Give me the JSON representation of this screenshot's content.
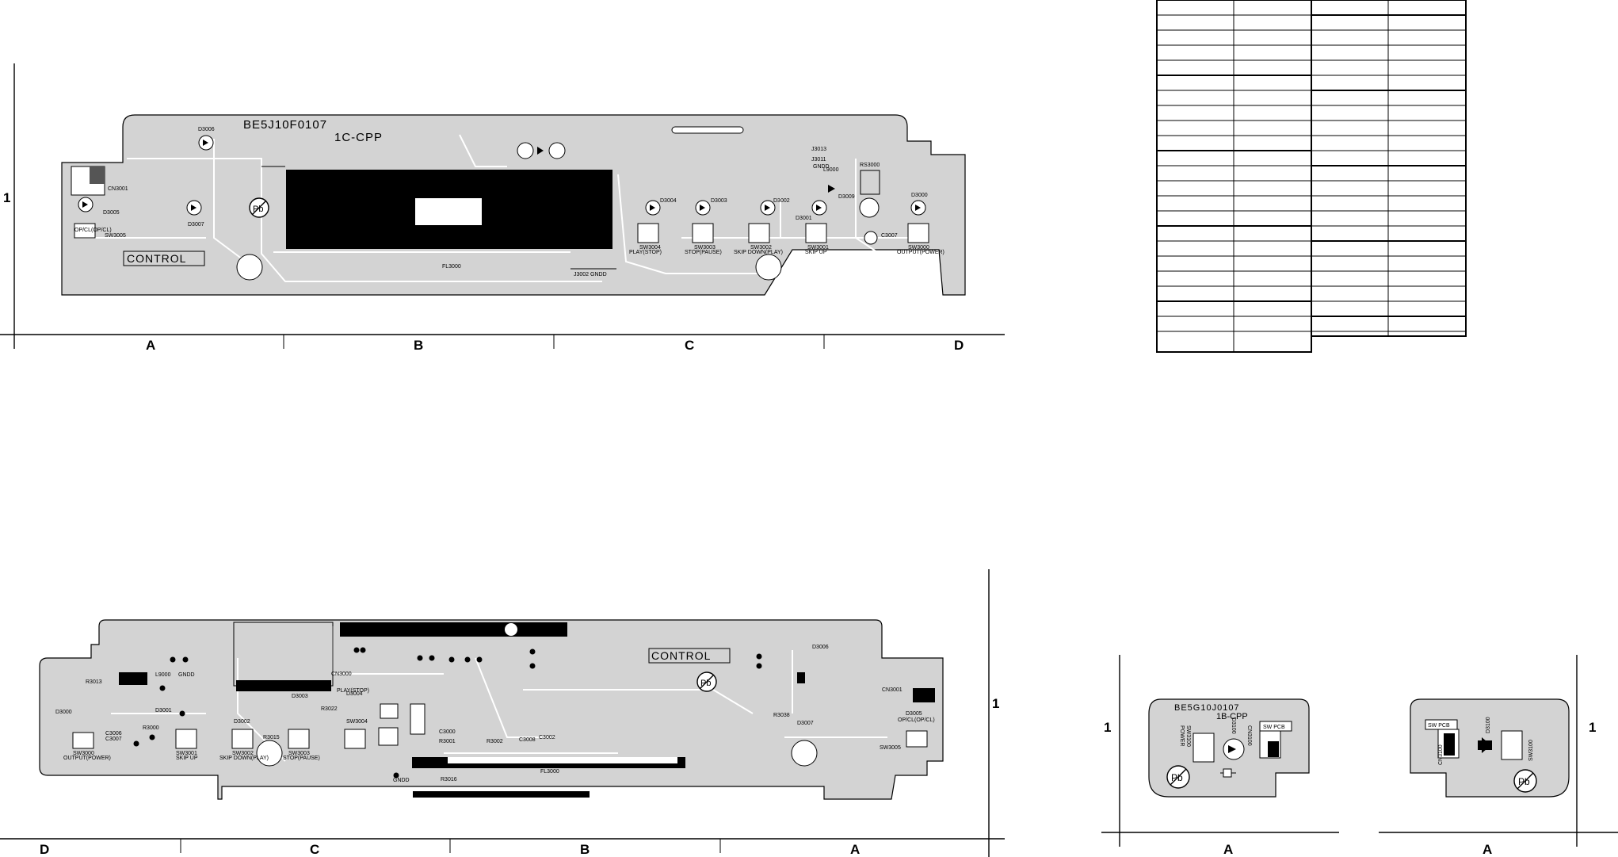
{
  "top_board": {
    "code": "BE5J10F0107",
    "sub": "1C-CPP",
    "control": "CONTROL",
    "display": "FL3000",
    "jumper": "J3002  GNDD",
    "row": "1",
    "columns": [
      "A",
      "B",
      "C",
      "D"
    ],
    "switches": [
      {
        "ref": "SW3004",
        "fn": "PLAY(STOP)"
      },
      {
        "ref": "SW3003",
        "fn": "STOP(PAUSE)"
      },
      {
        "ref": "SW3002",
        "fn": "SKIP DOWN(PLAY)"
      },
      {
        "ref": "SW3001",
        "fn": "SKIP UP"
      },
      {
        "ref": "SW3000",
        "fn": "OUTPUT(POWER)"
      },
      {
        "ref": "SW3005",
        "fn": "OP/CL(OP/CL)"
      }
    ],
    "parts": [
      "D3006",
      "D3005",
      "D3007",
      "D3004",
      "D3003",
      "D3002",
      "D3001",
      "D3000",
      "D3009",
      "CN3001",
      "J3013",
      "J3011",
      "GNDD",
      "L9000",
      "RS3000",
      "C3007"
    ]
  },
  "bottom_board": {
    "control": "CONTROL",
    "display": "FL3000",
    "connector": "CN3000",
    "row": "1",
    "columns": [
      "D",
      "C",
      "B",
      "A"
    ],
    "switches": [
      {
        "ref": "SW3000",
        "fn": "OUTPUT(POWER)"
      },
      {
        "ref": "SW3001",
        "fn": "SKIP UP"
      },
      {
        "ref": "SW3002",
        "fn": "SKIP DOWN(PLAY)"
      },
      {
        "ref": "SW3003",
        "fn": "STOP(PAUSE)"
      },
      {
        "ref": "SW3004",
        "fn": "PLAY(STOP)"
      },
      {
        "ref": "SW3005",
        "fn": "OP/CL(OP/CL)"
      }
    ],
    "parts": [
      "D3000",
      "R3013",
      "C3006",
      "C3007",
      "R3000",
      "L9000",
      "GNDD",
      "D3001",
      "D3002",
      "R3015",
      "D3003",
      "R3022",
      "D3004",
      "R3016",
      "C3000",
      "R3001",
      "R3002",
      "C3008",
      "C3002",
      "D3006",
      "R3038",
      "D3007",
      "CN3001",
      "D3005",
      "GNDD"
    ]
  },
  "sw_board_front": {
    "code": "BE5G10J0107",
    "sub": "1B-CPP",
    "tag": "SW PCB",
    "switch": "SW3100",
    "fn": "POWER",
    "diode": "D3100",
    "connector": "CN3100",
    "row": "1",
    "column": "A"
  },
  "sw_board_back": {
    "tag": "SW PCB",
    "connector": "CN3100",
    "diode": "D3100",
    "switch": "SW3100",
    "row": "1",
    "column": "A"
  },
  "symbol": "Pb"
}
